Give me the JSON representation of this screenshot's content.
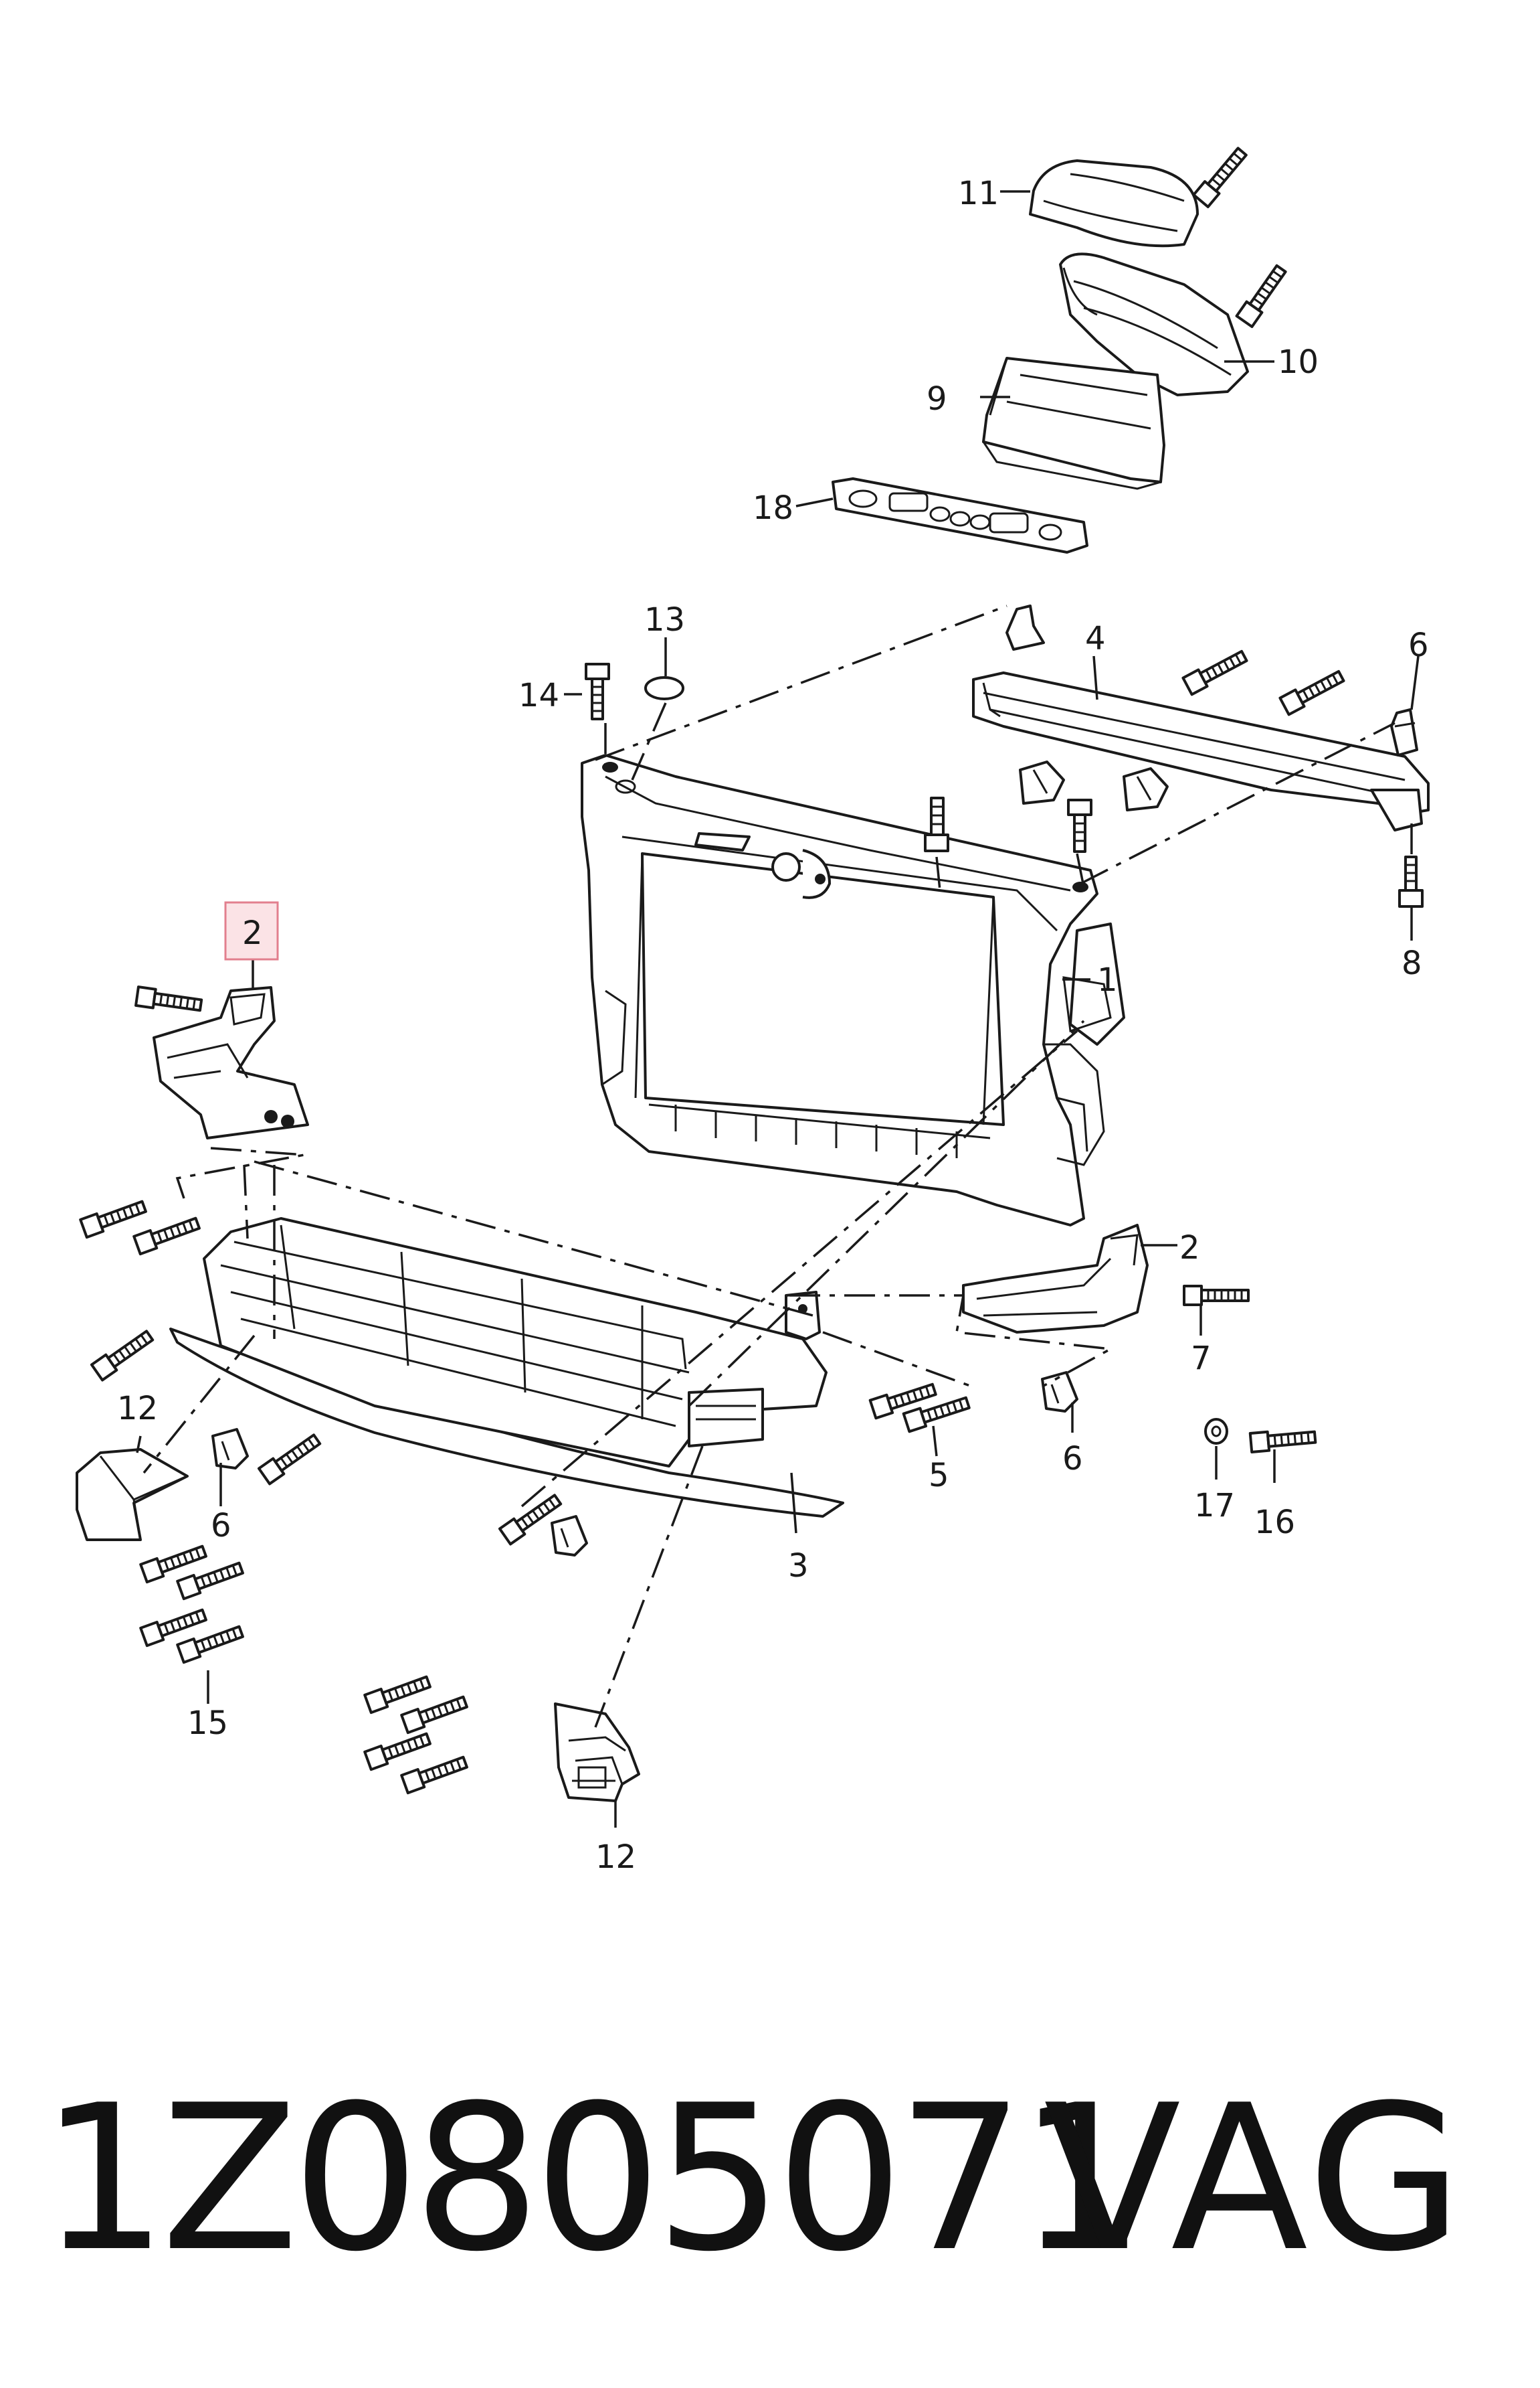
{
  "diagram": {
    "callouts": {
      "c1": "1",
      "c2_highlight": "2",
      "c2_right": "2",
      "c3": "3",
      "c4": "4",
      "c5": "5",
      "c6_top": "6",
      "c6_left": "6",
      "c6_right": "6",
      "c7": "7",
      "c8": "8",
      "c9": "9",
      "c10": "10",
      "c11": "11",
      "c12_left": "12",
      "c12_bottom": "12",
      "c13": "13",
      "c14": "14",
      "c15": "15",
      "c16": "16",
      "c17": "17",
      "c18": "18"
    },
    "highlighted_callout": "2",
    "highlight_color": "#fbe3e6",
    "highlight_border_color": "#e27f8e",
    "line_color": "#1a1a1a"
  },
  "footer": {
    "part_number": "1Z0805071",
    "brand": "VAG"
  }
}
